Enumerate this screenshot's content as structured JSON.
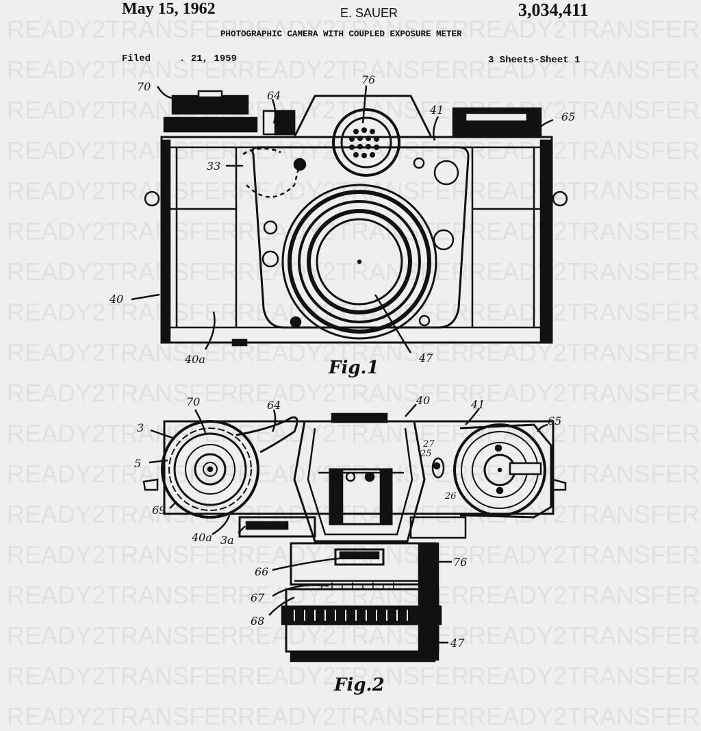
{
  "document": {
    "type": "patent-drawing-sheet",
    "header": {
      "date": "May 15, 1962",
      "inventor": "E. SAUER",
      "patent_number": "3,034,411",
      "title": "PHOTOGRAPHIC CAMERA WITH COUPLED EXPOSURE METER",
      "filed": "Filed     . 21, 1959",
      "sheets": "3 Sheets-Sheet 1"
    },
    "watermark": {
      "text": "READY2TRANSFER",
      "color": "#e0e0e0"
    },
    "figures": [
      {
        "label": "Fig.1",
        "view": "front view of camera",
        "reference_numerals": [
          "70",
          "64",
          "76",
          "41",
          "65",
          "33",
          "40",
          "40a",
          "47"
        ]
      },
      {
        "label": "Fig.2",
        "view": "top view of camera",
        "reference_numerals": [
          "70",
          "64",
          "40",
          "41",
          "65",
          "3",
          "5",
          "69",
          "40a",
          "3a",
          "27",
          "25",
          "26",
          "66",
          "67",
          "68",
          "76",
          "47"
        ]
      }
    ],
    "colors": {
      "background": "#efefef",
      "ink": "#111111"
    }
  }
}
